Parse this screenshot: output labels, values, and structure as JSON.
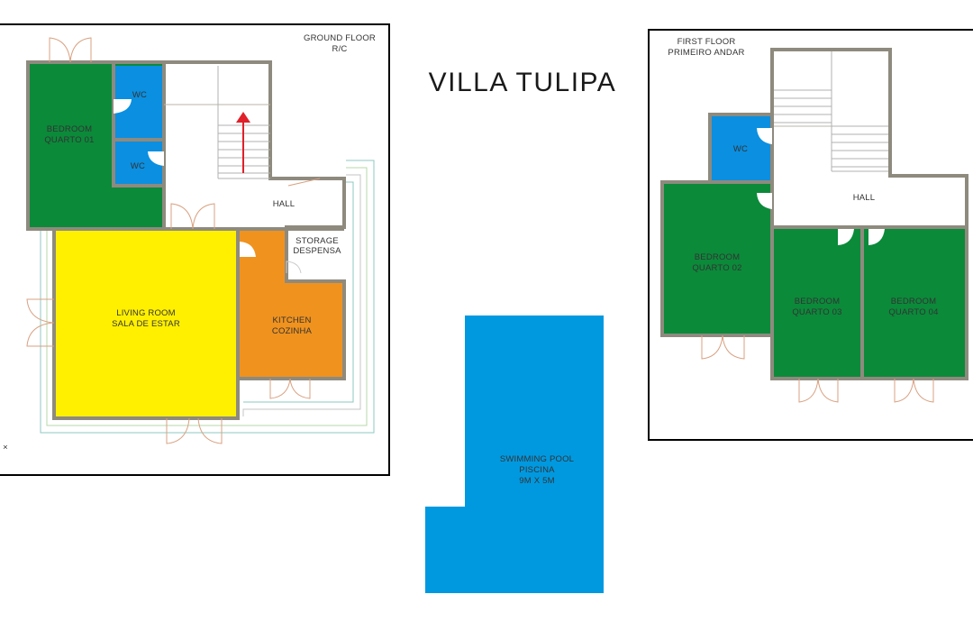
{
  "title": "VILLA TULIPA",
  "colors": {
    "bedroom": "#0b8a3a",
    "wc": "#0b8fe0",
    "living": "#fff000",
    "kitchen": "#f0921e",
    "pool": "#0099e0",
    "wall": "#8e8a7e",
    "door": "#d9a080",
    "stair_arrow": "#e0202a"
  },
  "ground_floor": {
    "heading_line1": "GROUND FLOOR",
    "heading_line2": "R/C",
    "bedroom_line1": "BEDROOM",
    "bedroom_line2": "QUARTO 01",
    "wc_upper": "WC",
    "wc_lower": "WC",
    "hall": "HALL",
    "storage_line1": "STORAGE",
    "storage_line2": "DESPENSA",
    "living_line1": "LIVING ROOM",
    "living_line2": "SALA DE ESTAR",
    "kitchen_line1": "KITCHEN",
    "kitchen_line2": "COZINHA",
    "mark": "×"
  },
  "first_floor": {
    "heading_line1": "FIRST FLOOR",
    "heading_line2": "PRIMEIRO ANDAR",
    "wc": "WC",
    "hall": "HALL",
    "bedroom2_line1": "BEDROOM",
    "bedroom2_line2": "QUARTO 02",
    "bedroom3_line1": "BEDROOM",
    "bedroom3_line2": "QUARTO 03",
    "bedroom4_line1": "BEDROOM",
    "bedroom4_line2": "QUARTO 04"
  },
  "pool": {
    "line1": "SWIMMING POOL",
    "line2": "PISCINA",
    "line3": "9M X 5M"
  }
}
